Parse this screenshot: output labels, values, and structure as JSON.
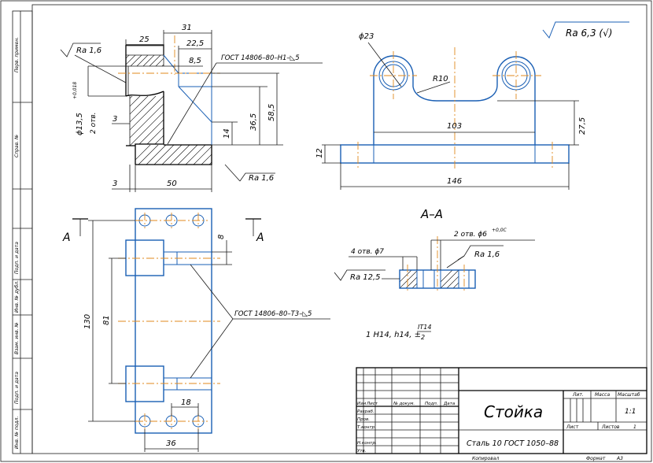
{
  "roughness": {
    "general": "Ra 6,3 (√)",
    "top_left": "Ra 1,6",
    "bottom_right": "Ra 1,6",
    "section_right": "Ra 1,6",
    "section_left": "Ra 12,5"
  },
  "front_view": {
    "dims": {
      "d31": "31",
      "d25": "25",
      "d22_5": "22,5",
      "d8_5": "8,5",
      "d36_5": "36,5",
      "d58_5": "58,5",
      "d14": "14",
      "d3a": "3",
      "d3b": "3",
      "d50": "50",
      "hole_dia": "ϕ13,5",
      "hole_tol": "+0,018",
      "hole_count": "2 отв."
    },
    "weld_note": "ГОСТ 14806–80–Н1–◺5"
  },
  "side_view": {
    "dims": {
      "phi23": "ϕ23",
      "r10": "R10",
      "d103": "103",
      "d27_5": "27,5",
      "d12": "12",
      "d146": "146"
    }
  },
  "plan_view": {
    "label_a_left": "А",
    "label_a_right": "А",
    "dims": {
      "d130": "130",
      "d81": "81",
      "d8": "8",
      "d18": "18",
      "d36": "36"
    },
    "weld_note": "ГОСТ 14806–80–Т3–◺5"
  },
  "section": {
    "title": "А–А",
    "note_left": "4 отв. ϕ7",
    "note_right": "2 отв. ϕ6",
    "note_right_tol": "+0,0С"
  },
  "tolerance_note": {
    "text": "1 Н14, h14, ±",
    "frac_num": "IT14",
    "frac_den": "2"
  },
  "side_stamp": [
    "Перв. примен.",
    "Справ. №",
    "Подп. и дата",
    "Инв. № дубл.",
    "Взам. инв. №",
    "Подп. и дата",
    "Инв. № подл."
  ],
  "title_block": {
    "name": "Стойка",
    "material": "Сталь 10 ГОСТ 1050–88",
    "col_headers": [
      "Изм",
      "Лист",
      "№ докум.",
      "Подп.",
      "Дата"
    ],
    "row_labels": [
      "Разраб.",
      "Пров.",
      "Т.контр.",
      "",
      "Н.контр.",
      "Утв."
    ],
    "lit": "Лит.",
    "mass": "Масса",
    "scale_label": "Масштаб",
    "scale_value": "1:1",
    "sheet": "Лист",
    "sheets": "Листов",
    "sheets_value": "1",
    "copied": "Копировал",
    "format_label": "Формат",
    "format_value": "А3"
  },
  "colors": {
    "outline": "#1a5fb4",
    "axis": "#e08a1e",
    "frame": "#1a1a1a"
  }
}
